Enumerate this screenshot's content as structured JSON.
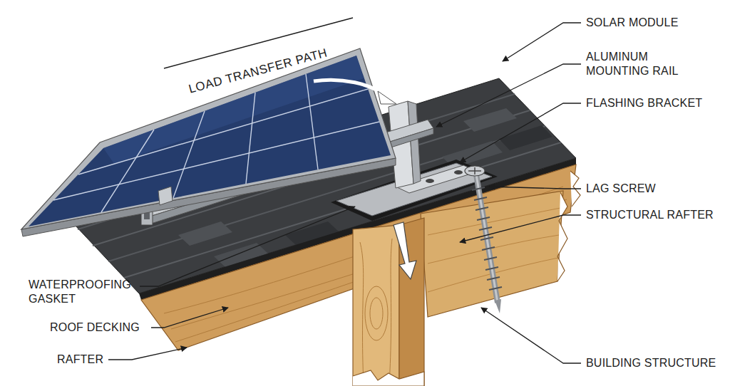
{
  "diagram": {
    "labels": [
      "LOAD TRANSFER PATH",
      "SOLAR MODULE",
      "ALUMINUM MOUNTING RAIL",
      "FLASHING BRACKET",
      "LAG SCREW",
      "STRUCTURAL RAFTER",
      "WATERPROOFING GASKET",
      "ROOF DECKING",
      "RAFTER",
      "BUILDING STRUCTURE"
    ]
  }
}
